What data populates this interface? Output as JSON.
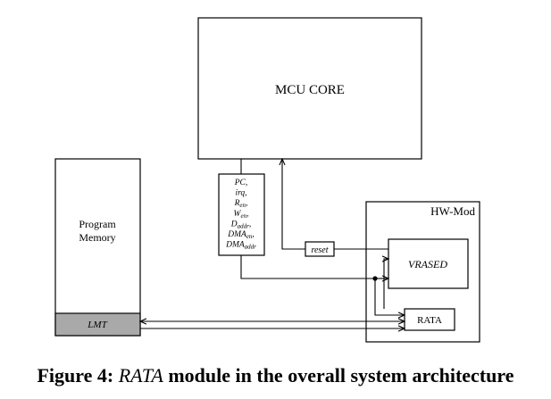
{
  "diagram": {
    "mcu_core": "MCU CORE",
    "program_memory": [
      "Program",
      "Memory"
    ],
    "lmt": "LMT",
    "hw_mod": "HW-Mod",
    "vrased": "VRASED",
    "rata": "RATA",
    "reset": "reset",
    "signals": [
      {
        "base": "PC",
        "sub": "",
        "tail": ","
      },
      {
        "base": "irq",
        "sub": "",
        "tail": ","
      },
      {
        "base": "R",
        "sub": "en",
        "tail": ","
      },
      {
        "base": "W",
        "sub": "en",
        "tail": ","
      },
      {
        "base": "D",
        "sub": "addr",
        "tail": ","
      },
      {
        "base": "DMA",
        "sub": "en",
        "tail": ","
      },
      {
        "base": "DMA",
        "sub": "addr",
        "tail": ""
      }
    ]
  },
  "caption": {
    "label": "Figure 4:",
    "name": "RATA",
    "text": " module in the overall system architecture"
  }
}
